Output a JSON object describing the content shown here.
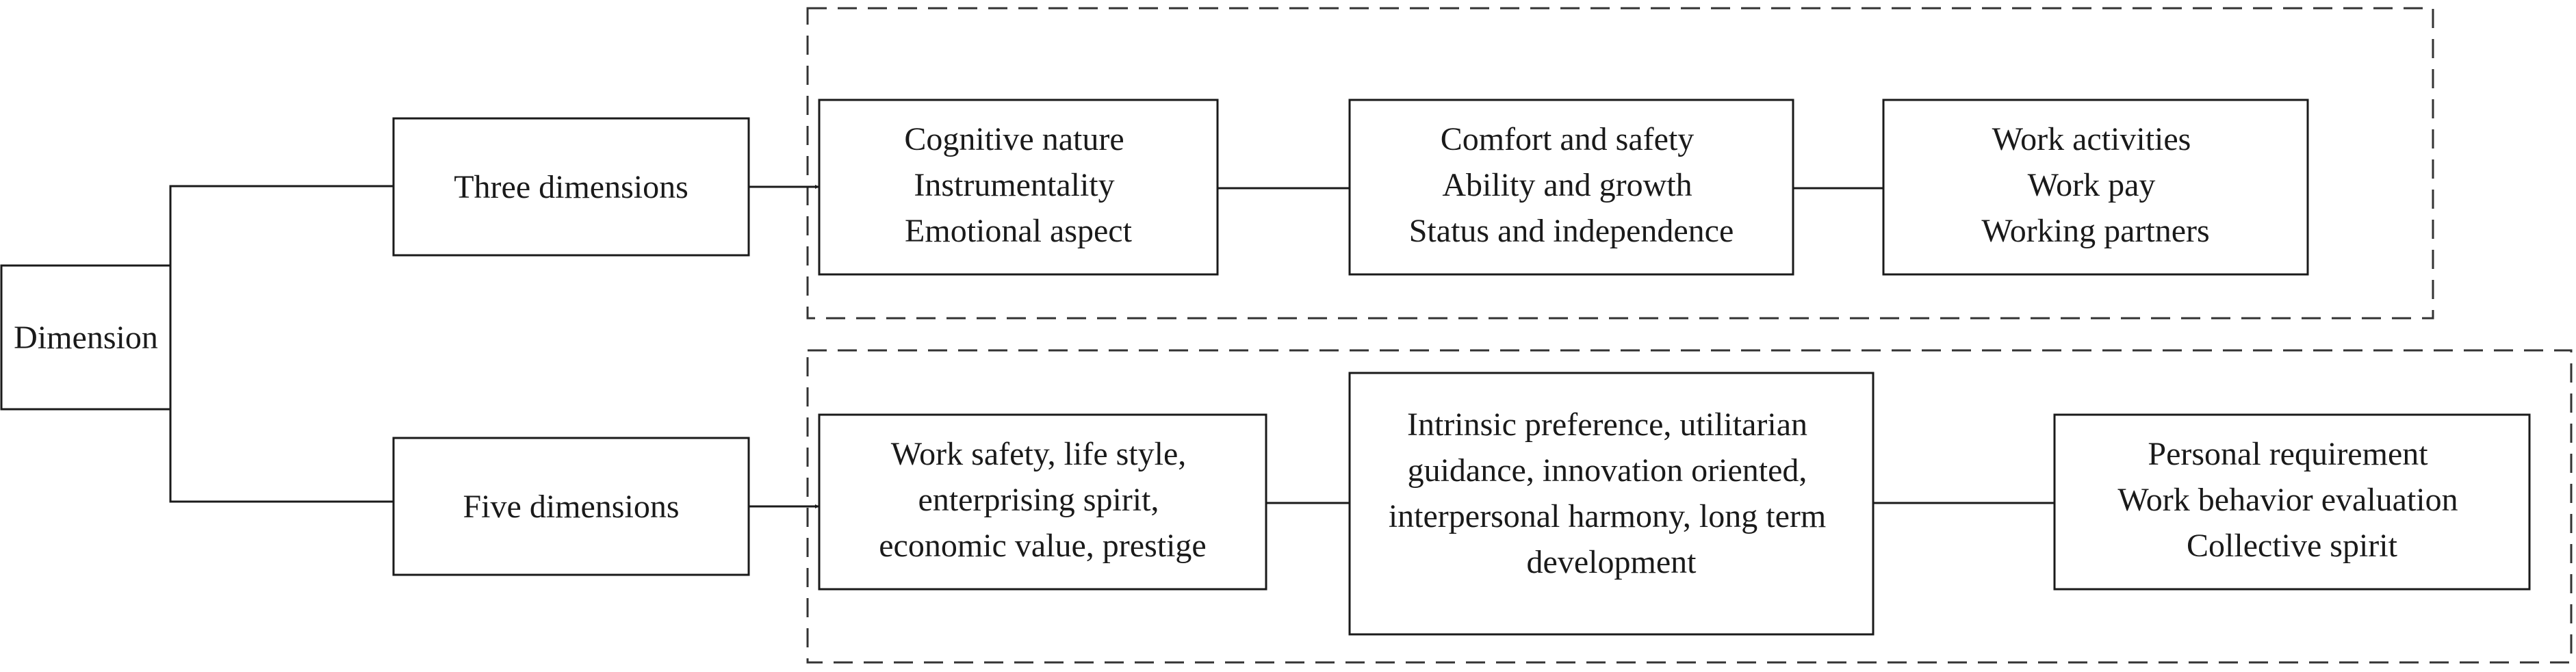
{
  "root": {
    "label": "Dimension"
  },
  "branches": [
    {
      "label": "Three dimensions",
      "boxes": [
        {
          "lines": [
            "Cognitive nature",
            "Instrumentality",
            "Emotional aspect"
          ]
        },
        {
          "lines": [
            "Comfort and safety",
            "Ability and growth",
            "Status and independence"
          ]
        },
        {
          "lines": [
            "Work activities",
            "Work pay",
            "Working partners"
          ]
        }
      ]
    },
    {
      "label": "Five dimensions",
      "boxes": [
        {
          "lines": [
            "Work safety, life style,",
            "enterprising spirit,",
            "economic value, prestige"
          ]
        },
        {
          "lines": [
            "Intrinsic preference, utilitarian",
            "guidance, innovation oriented,",
            "interpersonal harmony, long term",
            "development"
          ]
        },
        {
          "lines": [
            "Personal requirement",
            "Work behavior evaluation",
            "Collective spirit"
          ]
        }
      ]
    }
  ]
}
